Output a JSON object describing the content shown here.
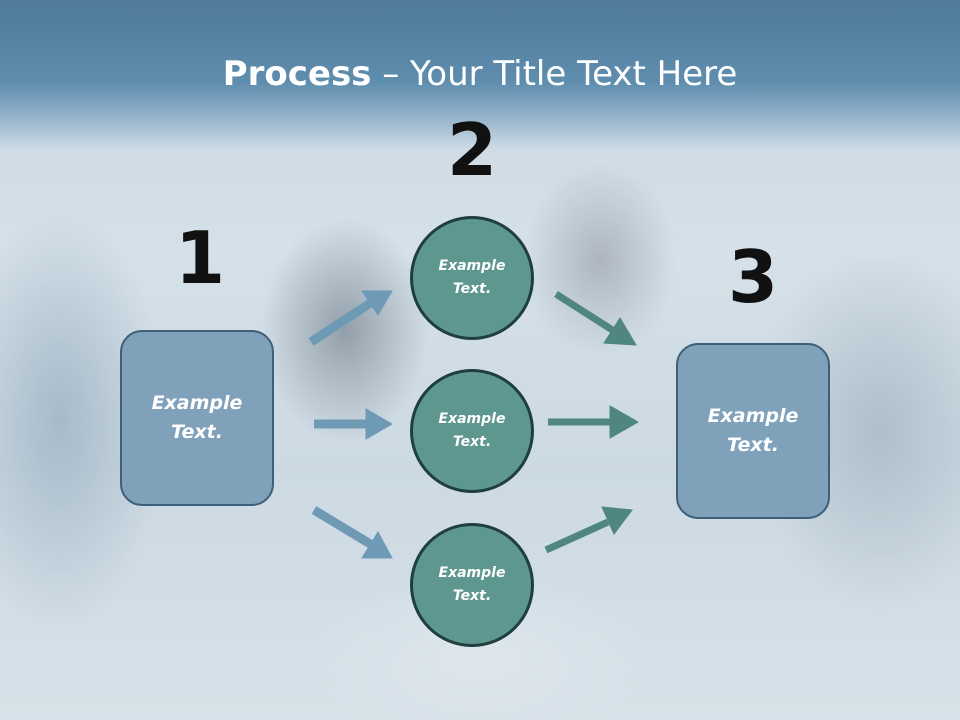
{
  "title": {
    "strong": "Process",
    "rest": " – Your Title Text Here"
  },
  "steps": {
    "one": "1",
    "two": "2",
    "three": "3"
  },
  "boxes": {
    "left": "Example Text.",
    "right": "Example Text."
  },
  "circles": [
    {
      "text": "Example Text."
    },
    {
      "text": "Example Text."
    },
    {
      "text": "Example Text."
    }
  ],
  "colors": {
    "title_band": "#5f8dae",
    "box_fill": "#7fa1ba",
    "box_border": "#3f5f78",
    "circle_fill": "#5e9690",
    "circle_border": "#1f3e3d",
    "arrow_blue": "#6f9ab6",
    "arrow_teal": "#4f8682",
    "number_color": "#111111"
  }
}
